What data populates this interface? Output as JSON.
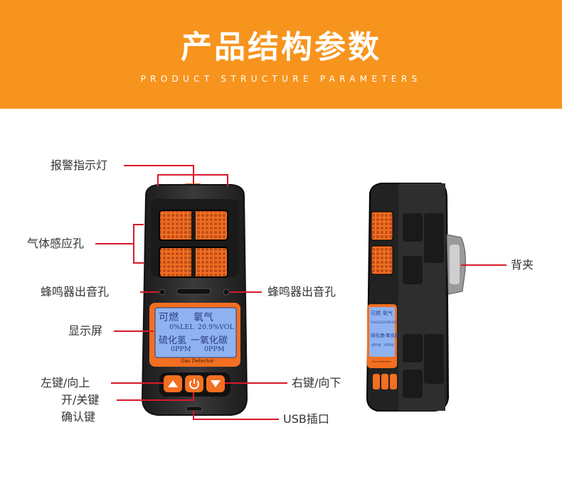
{
  "header": {
    "title": "产品结构参数",
    "subtitle": "PRODUCT STRUCTURE PARAMETERS"
  },
  "colors": {
    "banner": "#f7941d",
    "body": "#2b2b2b",
    "accent": "#f36f21",
    "callout_line": "#d7192a",
    "screen": "#8fb3f0"
  },
  "callouts": {
    "alarm_light": "报警指示灯",
    "gas_inlet": "气体感应孔",
    "buzzer_left": "蜂鸣器出音孔",
    "buzzer_right": "蜂鸣器出音孔",
    "display": "显示屏",
    "left_key": "左键/向上",
    "power_key_line1": "开/关键",
    "power_key_line2": "确认键",
    "right_key": "右键/向下",
    "usb_port": "USB插口",
    "back_clip": "背夹"
  },
  "screen": {
    "row1_left": "可燃",
    "row1_right": "氧气",
    "row2_left": "0%LEL",
    "row2_right": "20.9%VOL",
    "row3_left": "硫化氢",
    "row3_right": "一氧化碳",
    "row4_left": "0PPM",
    "row4_right": "0PPM",
    "brand": "Gas Detector"
  },
  "side_screen": {
    "row1_left": "可燃",
    "row1_right": "氧气",
    "row2_left": "0%LEL",
    "row2_right": "20.9%VOL",
    "row3_left": "硫化氢",
    "row3_right": "一氧化碳",
    "row4_left": "0PPM",
    "row4_right": "0PPM",
    "brand": "Gas Detector"
  },
  "icons": {
    "up_key": "triangle-up-icon",
    "power_key": "power-icon",
    "down_key": "triangle-down-icon"
  }
}
